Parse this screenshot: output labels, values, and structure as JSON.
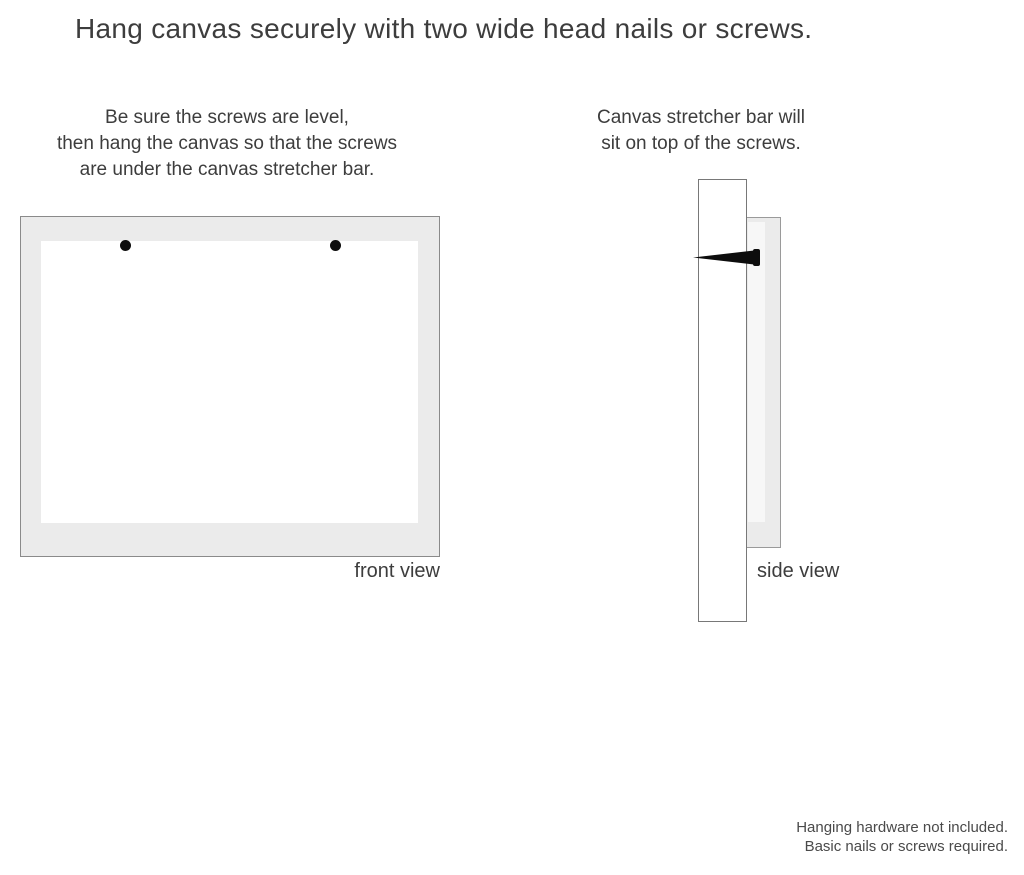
{
  "title": "Hang canvas securely with two wide head nails or screws.",
  "left_instruction": {
    "lines": [
      "Be sure the screws are level,",
      "then hang the canvas so that the screws",
      "are under the canvas stretcher bar."
    ]
  },
  "right_instruction": {
    "lines": [
      "Canvas stretcher bar will",
      "sit on top of the screws."
    ]
  },
  "front_view": {
    "label": "front view",
    "nail_count": "2"
  },
  "side_view": {
    "label": "side view"
  },
  "footnote": {
    "lines": [
      "Hanging hardware not included.",
      "Basic nails or screws required."
    ]
  },
  "colors": {
    "text": "#3d3d3d",
    "text_soft": "#4a4a4a",
    "frame_fill": "#ebebeb",
    "inner_fill": "#ffffff",
    "frame_border": "#8a8a8a",
    "wall_border": "#787878",
    "nail": "#0d0d0d",
    "bg": "#ffffff"
  }
}
